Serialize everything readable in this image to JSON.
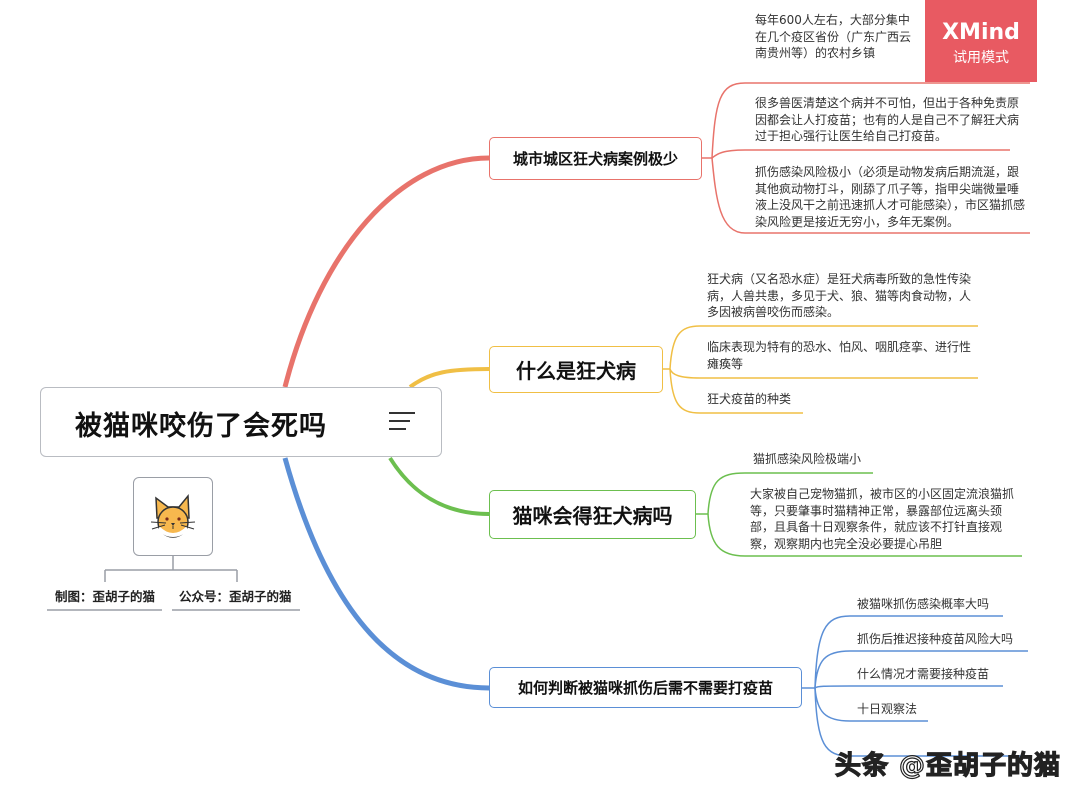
{
  "root": {
    "title": "被猫咪咬伤了会死吗",
    "icon": "notes-icon"
  },
  "watermark_badge": {
    "brand": "XMind",
    "mode": "试用模式",
    "color": "#e85a62"
  },
  "author_node": {
    "icon": "cat-face-icon",
    "labels": [
      "制图：歪胡子的猫",
      "公众号：歪胡子的猫"
    ]
  },
  "branches": [
    {
      "label": "城市城区狂犬病案例极少",
      "color": "#e8736b",
      "children": [
        "每年600人左右，大部分集中在几个疫区省份（广东广西云南贵州等）的农村乡镇",
        "很多兽医清楚这个病并不可怕，但出于各种免责原因都会让人打疫苗；也有的人是自己不了解狂犬病过于担心强行让医生给自己打疫苗。",
        "抓伤感染风险极小（必须是动物发病后期流涎，跟其他疯动物打斗，刚舔了爪子等，指甲尖端微量唾液上没风干之前迅速抓人才可能感染），市区猫抓感染风险更是接近无穷小，多年无案例。"
      ]
    },
    {
      "label": "什么是狂犬病",
      "color": "#f0bf45",
      "children": [
        "狂犬病（又名恐水症）是狂犬病毒所致的急性传染病，人兽共患，多见于犬、狼、猫等肉食动物，人多因被病兽咬伤而感染。",
        "临床表现为特有的恐水、怕风、咽肌痉挛、进行性瘫痪等",
        "狂犬疫苗的种类"
      ]
    },
    {
      "label": "猫咪会得狂犬病吗",
      "color": "#6cbf4f",
      "children": [
        "猫抓感染风险极端小",
        "大家被自己宠物猫抓，被市区的小区固定流浪猫抓等，只要肇事时猫精神正常，暴露部位远离头颈部，且具备十日观察条件，就应该不打针直接观察，观察期内也完全没必要提心吊胆"
      ]
    },
    {
      "label": "如何判断被猫咪抓伤后需不需要打疫苗",
      "color": "#5b8fd6",
      "children": [
        "被猫咪抓伤感染概率大吗",
        "抓伤后推迟接种疫苗风险大吗",
        "什么情况才需要接种疫苗",
        "十日观察法"
      ]
    }
  ],
  "overlay_watermark": "头条 @歪胡子的猫"
}
